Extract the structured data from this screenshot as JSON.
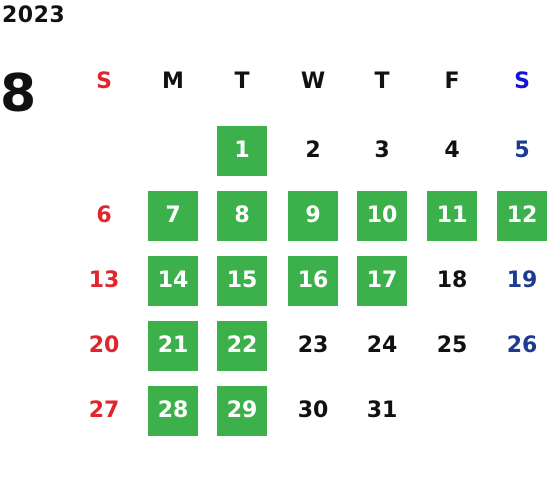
{
  "calendar": {
    "year": "2023",
    "month": "8",
    "weekdays": [
      "S",
      "M",
      "T",
      "W",
      "T",
      "F",
      "S"
    ],
    "start_weekday_index": 2,
    "days_in_month": 31,
    "highlighted_days": [
      1,
      7,
      8,
      9,
      10,
      11,
      12,
      14,
      15,
      16,
      17,
      21,
      22,
      28,
      29
    ],
    "colors": {
      "highlight": "#3cb04b",
      "sunday": "#e0262d",
      "saturday_header": "#1414d8",
      "saturday": "#1d3c8f",
      "default": "#111111"
    }
  }
}
